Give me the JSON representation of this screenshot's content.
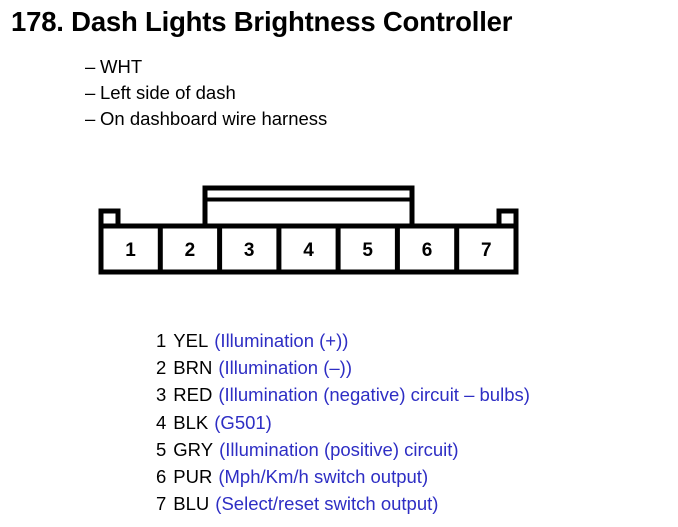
{
  "document": {
    "title": "178. Dash Lights Brightness Controller",
    "item_number": "178.",
    "name": "Dash Lights Brightness Controller"
  },
  "notes": [
    {
      "dash": "–",
      "text": "WHT"
    },
    {
      "dash": "–",
      "text": "Left side of dash"
    },
    {
      "dash": "–",
      "text": "On dashboard wire harness"
    }
  ],
  "connector": {
    "cavity_count": 7,
    "cavity_labels": [
      "1",
      "2",
      "3",
      "4",
      "5",
      "6",
      "7"
    ],
    "outline_color": "#000000",
    "fill_color": "#ffffff"
  },
  "pins": [
    {
      "number": "1",
      "wire": "YEL",
      "description": "(Illumination (+))"
    },
    {
      "number": "2",
      "wire": "BRN",
      "description": "(Illumination (–))"
    },
    {
      "number": "3",
      "wire": "RED",
      "description": "(Illumination (negative) circuit – bulbs)"
    },
    {
      "number": "4",
      "wire": "BLK",
      "description": "(G501)"
    },
    {
      "number": "5",
      "wire": "GRY",
      "description": "(Illumination (positive) circuit)"
    },
    {
      "number": "6",
      "wire": "PUR",
      "description": "(Mph/Km/h switch output)"
    },
    {
      "number": "7",
      "wire": "BLU",
      "description": "(Select/reset switch output)"
    }
  ],
  "colors": {
    "text": "#000000",
    "description_blue": "#2e2ec4",
    "background": "#ffffff"
  }
}
